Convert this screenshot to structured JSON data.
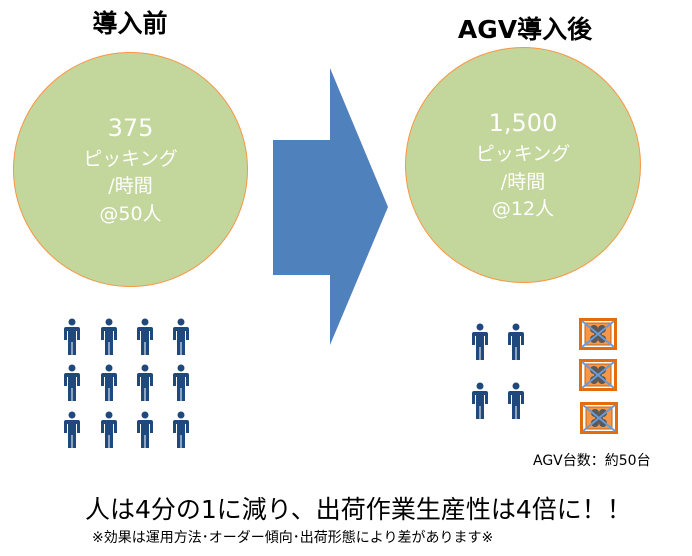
{
  "before": {
    "title": "導入前",
    "value": "375",
    "unit1": "ピッキング",
    "unit2": "/時間",
    "workers": "@50人"
  },
  "after": {
    "title": "AGV導入後",
    "value": "1,500",
    "unit1": "ピッキング",
    "unit2": "/時間",
    "workers": "@12人",
    "agv_count": "AGV台数：約50台"
  },
  "headline": "人は4分の1に減り、出荷作業生産性は4倍に！！",
  "note": "※効果は運用方法･オーダー傾向･出荷形態により差があります※",
  "colors": {
    "circle": "#c3d69b",
    "border": "#f79646",
    "arrow": "#4f81bd",
    "person": "#1f497d"
  }
}
